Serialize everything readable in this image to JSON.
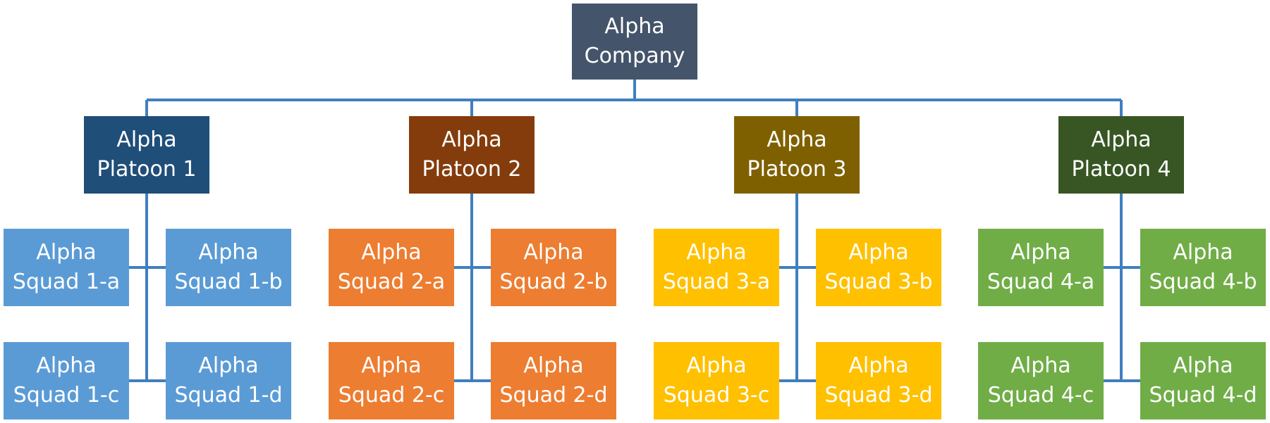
{
  "root": {
    "line1": "Alpha",
    "line2": "Company",
    "color": "#44546a"
  },
  "connector_color": "#3f7fbf",
  "text_color": "#ffffff",
  "platoons": [
    {
      "line1": "Alpha",
      "line2": "Platoon 1",
      "color": "#1f4e79",
      "squad_color": "#5b9bd5",
      "squads": [
        {
          "line1": "Alpha",
          "line2": "Squad 1-a"
        },
        {
          "line1": "Alpha",
          "line2": "Squad 1-b"
        },
        {
          "line1": "Alpha",
          "line2": "Squad 1-c"
        },
        {
          "line1": "Alpha",
          "line2": "Squad 1-d"
        }
      ]
    },
    {
      "line1": "Alpha",
      "line2": "Platoon 2",
      "color": "#843c0c",
      "squad_color": "#ed7d31",
      "squads": [
        {
          "line1": "Alpha",
          "line2": "Squad 2-a"
        },
        {
          "line1": "Alpha",
          "line2": "Squad 2-b"
        },
        {
          "line1": "Alpha",
          "line2": "Squad 2-c"
        },
        {
          "line1": "Alpha",
          "line2": "Squad 2-d"
        }
      ]
    },
    {
      "line1": "Alpha",
      "line2": "Platoon 3",
      "color": "#7f6000",
      "squad_color": "#ffc000",
      "squads": [
        {
          "line1": "Alpha",
          "line2": "Squad 3-a"
        },
        {
          "line1": "Alpha",
          "line2": "Squad 3-b"
        },
        {
          "line1": "Alpha",
          "line2": "Squad 3-c"
        },
        {
          "line1": "Alpha",
          "line2": "Squad 3-d"
        }
      ]
    },
    {
      "line1": "Alpha",
      "line2": "Platoon 4",
      "color": "#375623",
      "squad_color": "#70ad47",
      "squads": [
        {
          "line1": "Alpha",
          "line2": "Squad 4-a"
        },
        {
          "line1": "Alpha",
          "line2": "Squad 4-b"
        },
        {
          "line1": "Alpha",
          "line2": "Squad 4-c"
        },
        {
          "line1": "Alpha",
          "line2": "Squad 4-d"
        }
      ]
    }
  ]
}
